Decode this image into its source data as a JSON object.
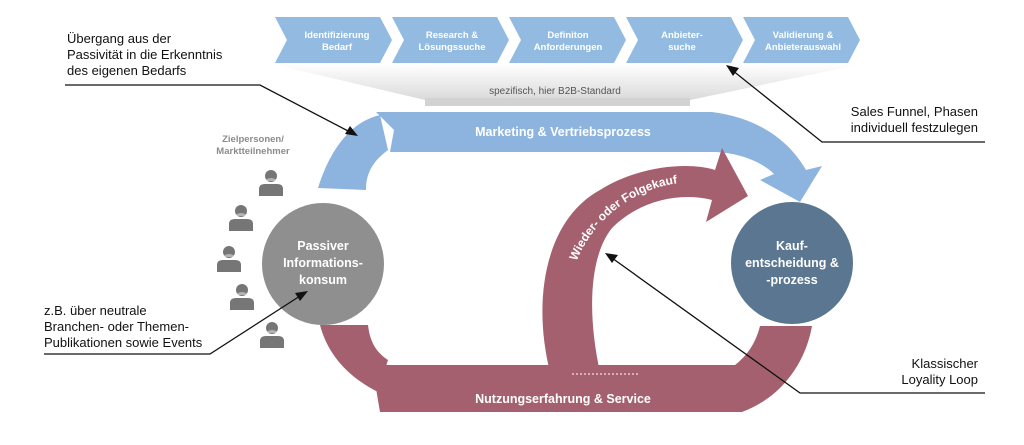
{
  "funnel_steps": [
    {
      "line1": "Identifizierung",
      "line2": "Bedarf"
    },
    {
      "line1": "Research &",
      "line2": "Lösungssuche"
    },
    {
      "line1": "Definiton",
      "line2": "Anforderungen"
    },
    {
      "line1": "Anbieter-",
      "line2": "suche"
    },
    {
      "line1": "Validierung &",
      "line2": "Anbieterauswahl"
    }
  ],
  "funnel_caption": "spezifisch, hier B2B-Standard",
  "notes": {
    "top_left": [
      "Übergang aus der",
      "Passivität in die Erkenntnis",
      "des eigenen Bedarfs"
    ],
    "bottom_left": [
      "z.B. über neutrale",
      "Branchen- oder Themen-",
      "Publikationen sowie Events"
    ],
    "top_right": [
      "Sales Funnel, Phasen",
      "individuell festzulegen"
    ],
    "bottom_right": [
      "Klassischer",
      "Loyality Loop"
    ]
  },
  "target_group_label": [
    "Zielpersonen/",
    "Marktteilnehmer"
  ],
  "arcs": {
    "marketing": "Marketing & Vertriebsprozess",
    "service": "Nutzungserfahrung & Service",
    "loop": "Wieder- oder Folgekauf"
  },
  "circles": {
    "passive": [
      "Passiver",
      "Informations-",
      "konsum"
    ],
    "purchase": [
      "Kauf-",
      "entscheidung &",
      "-prozess"
    ]
  },
  "colors": {
    "blue": "#8db4de",
    "step_blue": "#93bbe2",
    "red": "#a4606f",
    "gray": "#8f8f8f",
    "slate": "#5a7690",
    "person": "#767676"
  }
}
